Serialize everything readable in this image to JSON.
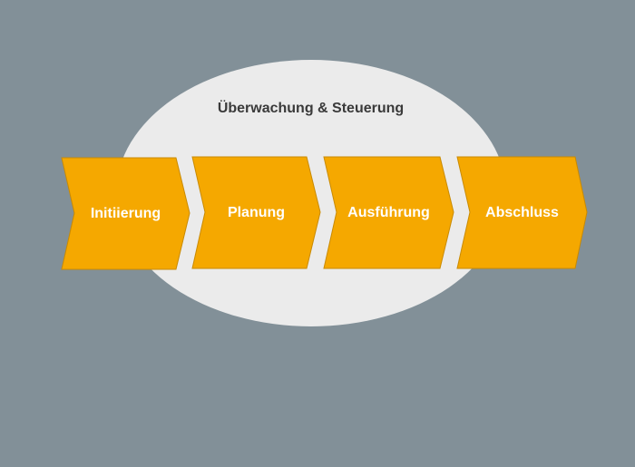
{
  "diagram": {
    "oval_title": "Überwachung & Steuerung",
    "colors": {
      "background": "#829098",
      "oval": "#ebebeb",
      "chevron_fill": "#f5a800",
      "chevron_stroke": "#c98a00",
      "label_text": "#ffffff",
      "title_text": "#3a3a3a"
    },
    "phases": [
      {
        "label": "Initiierung"
      },
      {
        "label": "Planung"
      },
      {
        "label": "Ausführung"
      },
      {
        "label": "Abschluss"
      }
    ]
  }
}
